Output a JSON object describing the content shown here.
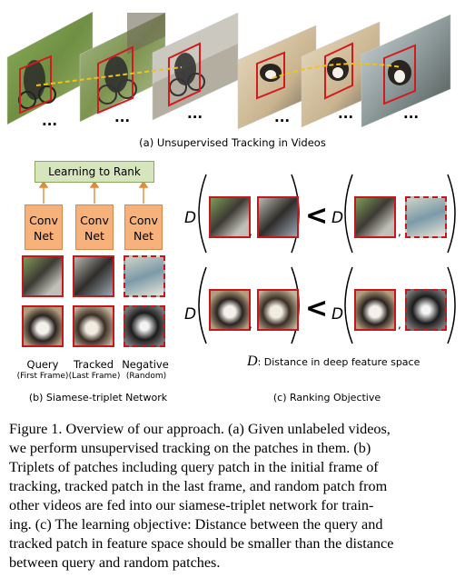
{
  "panel_a": {
    "caption": "(a) Unsupervised Tracking in Videos",
    "ellipsis": "..."
  },
  "panel_b": {
    "learning_to_rank": "Learning to Rank",
    "convnet_label_1": "Conv",
    "convnet_label_2": "Net",
    "col_query": "Query",
    "col_query_sub": "(First Frame)",
    "col_tracked": "Tracked",
    "col_tracked_sub": "(Last Frame)",
    "col_negative": "Negative",
    "col_negative_sub": "(Random)",
    "caption": "(b) Siamese-triplet Network"
  },
  "panel_c": {
    "d_symbol": "D",
    "less_than": "<",
    "comma": ",",
    "legend_symbol": "D",
    "legend_text": ": Distance in deep feature space",
    "caption": "(c) Ranking Objective"
  },
  "figure_caption": {
    "lines": [
      "Figure 1.  Overview of our approach. (a) Given unlabeled videos,",
      "we perform unsupervised tracking on the patches in them.  (b)",
      "Triplets of patches including query patch in the initial frame of",
      "tracking, tracked patch in the last frame, and random patch from",
      "other videos are fed into our siamese-triplet network for train-",
      "ing.  (c) The learning objective: Distance between the query and",
      "tracked patch in feature space should be smaller than the distance",
      "between query and random patches."
    ]
  }
}
